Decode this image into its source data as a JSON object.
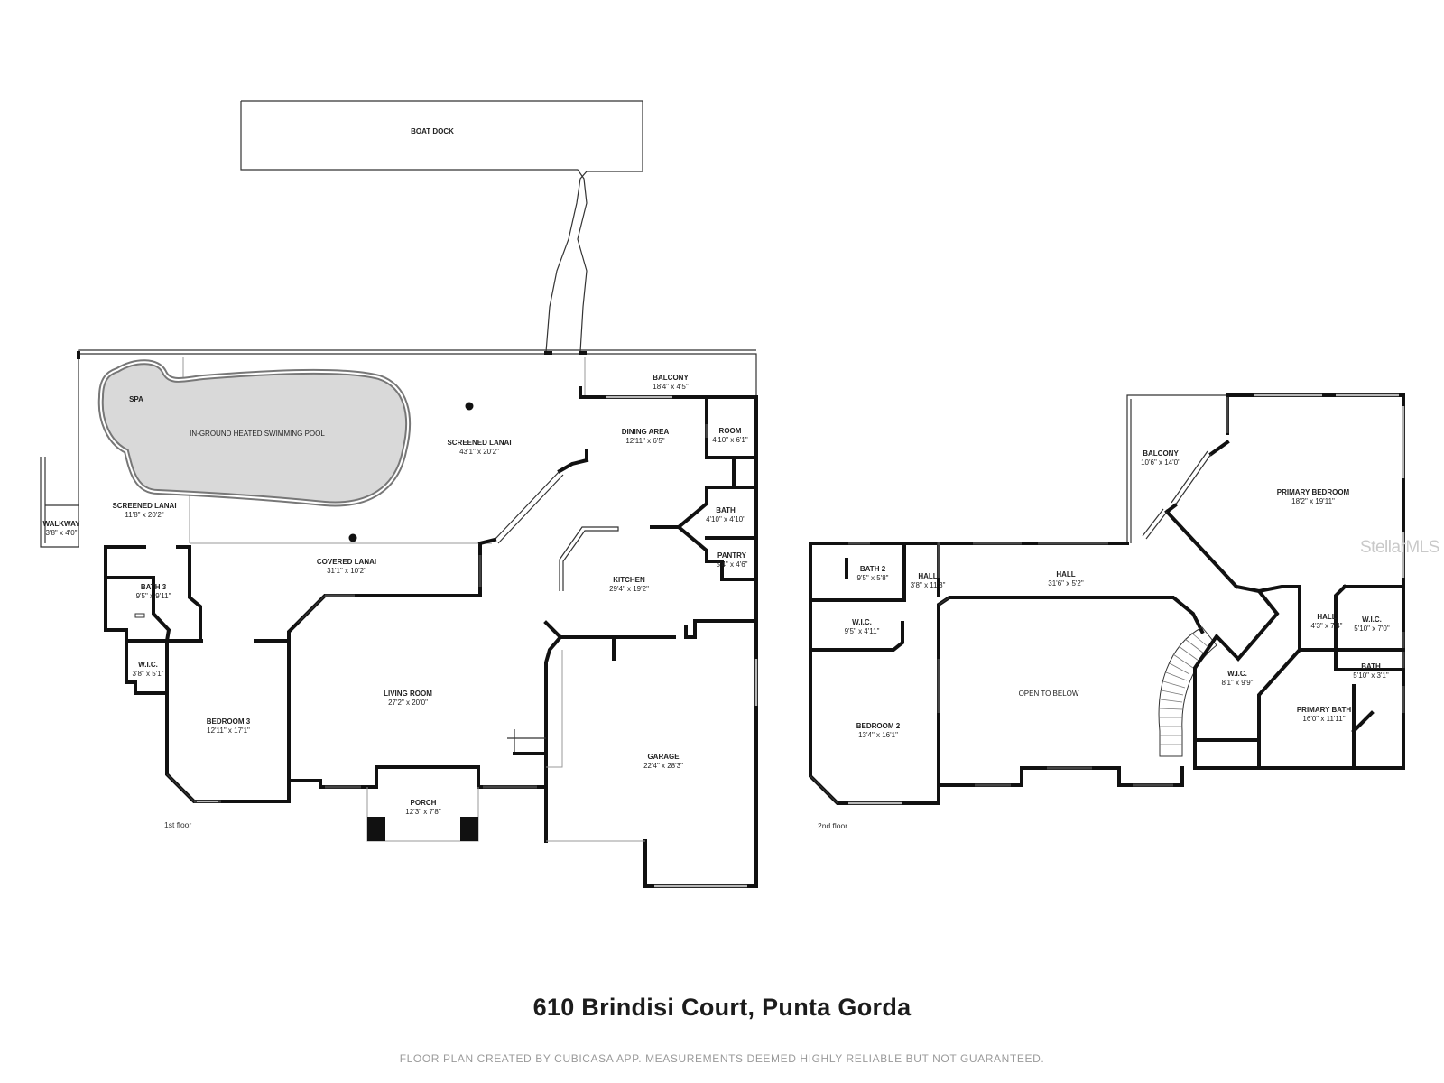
{
  "address": "610 Brindisi Court, Punta Gorda",
  "disclaimer": "FLOOR PLAN CREATED BY CUBICASA APP. MEASUREMENTS DEEMED HIGHLY RELIABLE BUT NOT GUARANTEED.",
  "watermark": "StellarMLS",
  "floor1": {
    "label": "1st floor",
    "rooms": {
      "boat_dock": {
        "name": "BOAT DOCK"
      },
      "spa": {
        "name": "SPA"
      },
      "pool": {
        "name": "IN-GROUND HEATED SWIMMING POOL"
      },
      "screened_lanai_main": {
        "name": "SCREENED LANAI",
        "dim": "43'1\" x 20'2\""
      },
      "balcony": {
        "name": "BALCONY",
        "dim": "18'4\" x 4'5\""
      },
      "dining_area": {
        "name": "DINING AREA",
        "dim": "12'11\" x 6'5\""
      },
      "room": {
        "name": "ROOM",
        "dim": "4'10\" x 6'1\""
      },
      "screened_lanai_west": {
        "name": "SCREENED LANAI",
        "dim": "11'8\" x 20'2\""
      },
      "walkway": {
        "name": "WALKWAY",
        "dim": "3'8\" x 4'0\""
      },
      "bath": {
        "name": "BATH",
        "dim": "4'10\" x 4'10\""
      },
      "pantry": {
        "name": "PANTRY",
        "dim": "5'4\" x 4'6\""
      },
      "covered_lanai": {
        "name": "COVERED LANAI",
        "dim": "31'1\" x 10'2\""
      },
      "kitchen": {
        "name": "KITCHEN",
        "dim": "29'4\" x 19'2\""
      },
      "bath3": {
        "name": "BATH 3",
        "dim": "9'5\" x 9'11\""
      },
      "wic": {
        "name": "W.I.C.",
        "dim": "3'8\" x 5'1\""
      },
      "living_room": {
        "name": "LIVING ROOM",
        "dim": "27'2\" x 20'0\""
      },
      "bedroom3": {
        "name": "BEDROOM 3",
        "dim": "12'11\" x 17'1\""
      },
      "garage": {
        "name": "GARAGE",
        "dim": "22'4\" x 28'3\""
      },
      "porch": {
        "name": "PORCH",
        "dim": "12'3\" x 7'8\""
      }
    }
  },
  "floor2": {
    "label": "2nd floor",
    "rooms": {
      "balcony": {
        "name": "BALCONY",
        "dim": "10'6\" x 14'0\""
      },
      "primary_bedroom": {
        "name": "PRIMARY BEDROOM",
        "dim": "18'2\" x 19'11\""
      },
      "bath2": {
        "name": "BATH 2",
        "dim": "9'5\" x 5'8\""
      },
      "hall_small": {
        "name": "HALL",
        "dim": "3'8\" x 11'3\""
      },
      "hall_main": {
        "name": "HALL",
        "dim": "31'6\" x 5'2\""
      },
      "wic_west": {
        "name": "W.I.C.",
        "dim": "9'5\" x 4'11\""
      },
      "hall_east": {
        "name": "HALL",
        "dim": "4'3\" x 7'4\""
      },
      "wic_east": {
        "name": "W.I.C.",
        "dim": "5'10\" x 7'0\""
      },
      "open_below": {
        "name": "OPEN TO BELOW"
      },
      "wic_mid": {
        "name": "W.I.C.",
        "dim": "8'1\" x 9'9\""
      },
      "bath": {
        "name": "BATH",
        "dim": "5'10\" x 3'1\""
      },
      "primary_bath": {
        "name": "PRIMARY BATH",
        "dim": "16'0\" x 11'11\""
      },
      "bedroom2": {
        "name": "BEDROOM 2",
        "dim": "13'4\" x 16'1\""
      }
    }
  }
}
